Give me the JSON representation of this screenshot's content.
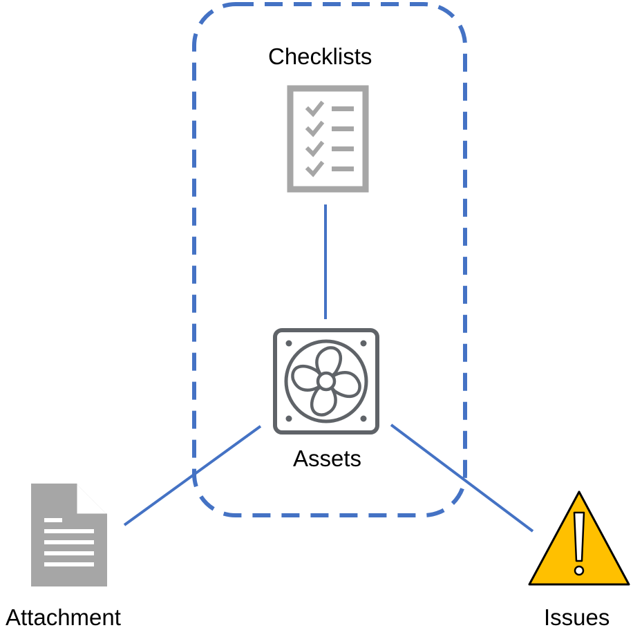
{
  "labels": {
    "checklists": "Checklists",
    "assets": "Assets",
    "attachment": "Attachment",
    "issues": "Issues"
  },
  "colors": {
    "connector": "#4472c4",
    "group_border": "#4472c4",
    "icon_gray": "#a6a6a6",
    "asset_icon": "#5f6368",
    "warning_fill": "#ffc000",
    "warning_stroke": "#000000"
  },
  "icons": {
    "checklists": "checklist-icon",
    "assets": "fan-unit-icon",
    "attachment": "document-icon",
    "issues": "warning-icon"
  }
}
